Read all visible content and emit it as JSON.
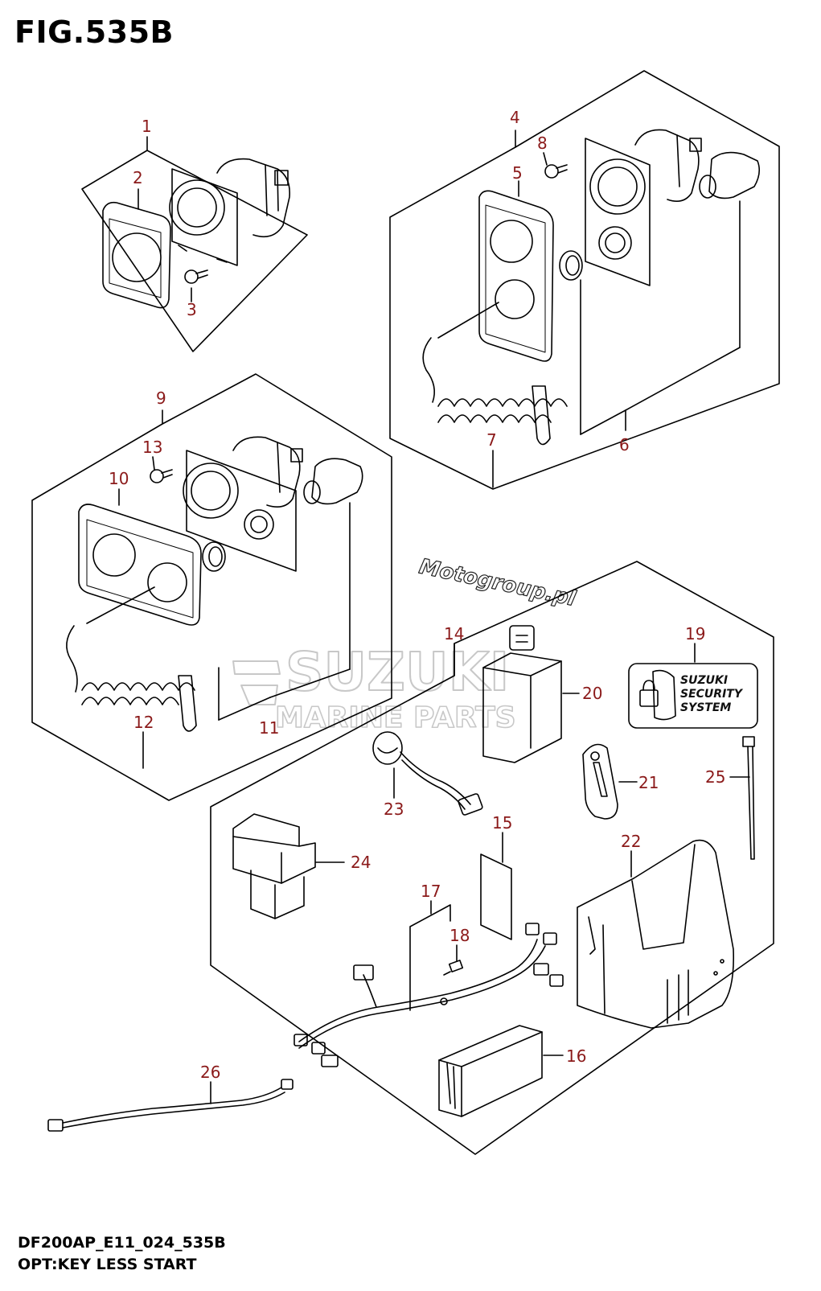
{
  "figure_title": "FIG.535B",
  "footer": {
    "code": "DF200AP_E11_024_535B",
    "name": "OPT:KEY LESS START"
  },
  "callouts": [
    "1",
    "2",
    "3",
    "4",
    "5",
    "6",
    "7",
    "8",
    "9",
    "10",
    "11",
    "12",
    "13",
    "14",
    "15",
    "16",
    "17",
    "18",
    "19",
    "20",
    "21",
    "22",
    "23",
    "24",
    "25",
    "26"
  ],
  "label_19": [
    "SUZUKI",
    "SECURITY",
    "SYSTEM"
  ],
  "watermarks": {
    "site": "Motogroup.pl",
    "brand": "SUZUKI",
    "sub": "MARINE PARTS"
  },
  "colors": {
    "callout": "#8b1a1a",
    "line": "#000000",
    "watermark": "#c8c8c8"
  }
}
